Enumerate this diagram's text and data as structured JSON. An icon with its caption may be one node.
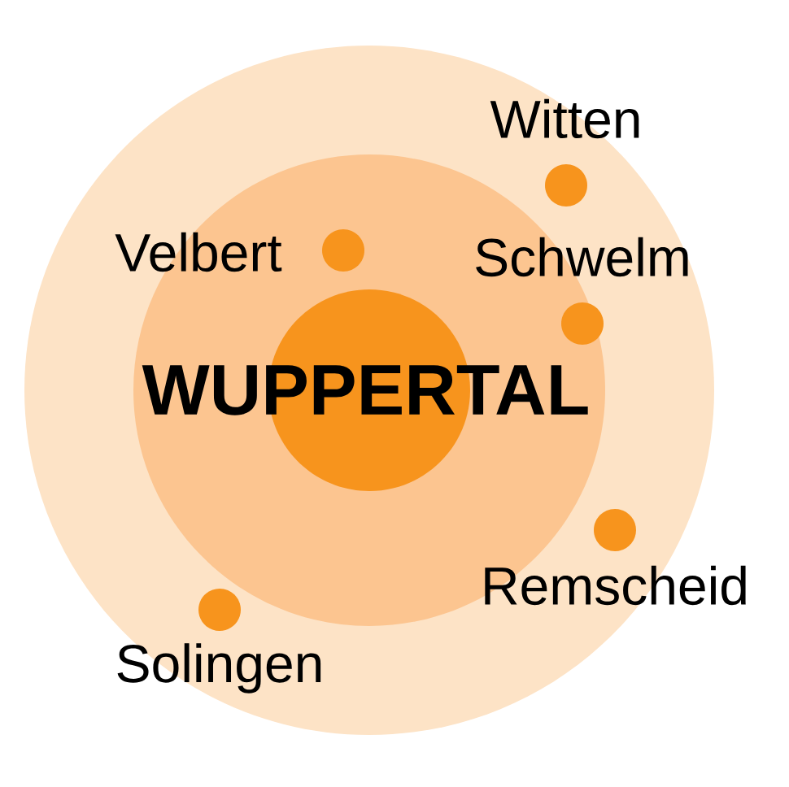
{
  "diagram": {
    "nodes": [
      {
        "text": [
          "WUPPERTAL"
        ]
      },
      {
        "text": [
          "Witten"
        ]
      },
      {
        "text": [
          "Velbert"
        ]
      },
      {
        "text": [
          "Schwelm"
        ]
      },
      {
        "text": [
          "Remscheid"
        ]
      },
      {
        "text": [
          "Solingen"
        ]
      }
    ]
  }
}
